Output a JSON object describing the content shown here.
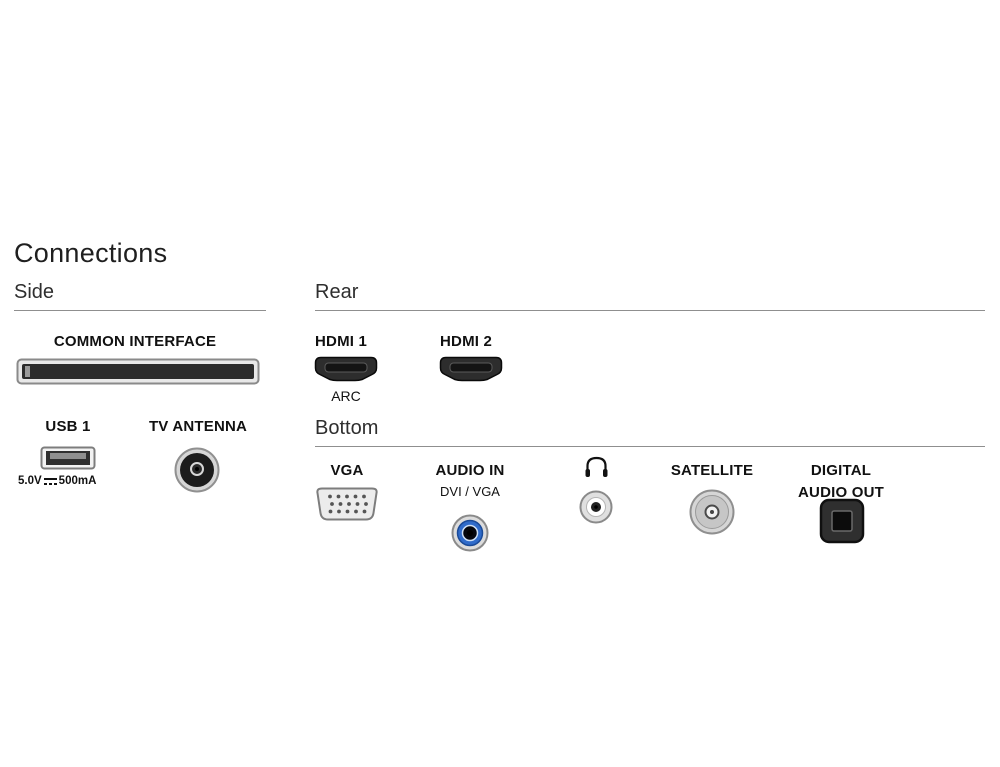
{
  "title": "Connections",
  "sections": {
    "side": "Side",
    "rear": "Rear",
    "bottom": "Bottom"
  },
  "ports": {
    "common_interface": {
      "label": "COMMON INTERFACE"
    },
    "usb1": {
      "label": "USB 1",
      "voltage": "5.0V",
      "current": "500mA"
    },
    "tv_antenna": {
      "label": "TV ANTENNA"
    },
    "hdmi1": {
      "label": "HDMI 1",
      "sub": "ARC"
    },
    "hdmi2": {
      "label": "HDMI 2"
    },
    "vga": {
      "label": "VGA"
    },
    "audio_in": {
      "label": "AUDIO IN",
      "sub": "DVI / VGA"
    },
    "headphone": {
      "icon": "headphones-icon"
    },
    "satellite": {
      "label": "SATELLITE"
    },
    "digital_audio_out": {
      "line1": "DIGITAL",
      "line2": "AUDIO OUT"
    }
  },
  "colors": {
    "text": "#1a1a1a",
    "rule_line": "#8f8f8f",
    "connector_dark": "#2d2d2d",
    "connector_metal": "#d9d9d9",
    "audio_in_blue": "#2f6bca"
  }
}
